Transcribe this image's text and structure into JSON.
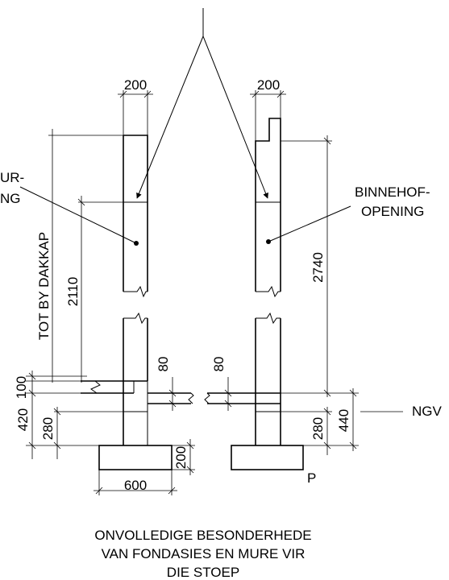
{
  "labels": {
    "left_opening_line1": "UR-",
    "left_opening_line2": "NG",
    "right_opening_line1": "BINNEHOF-",
    "right_opening_line2": "OPENING",
    "tot_by_dakkap": "TOT BY DAKKAP",
    "ngv": "NGV",
    "p": "P"
  },
  "dimensions": {
    "wall_left": "200",
    "wall_right": "200",
    "h_2110": "2110",
    "h_2740": "2740",
    "d_80_left": "80",
    "d_80_right": "80",
    "d_100": "100",
    "d_420": "420",
    "d_280_left": "280",
    "d_280_right": "280",
    "d_440": "440",
    "d_200_footing": "200",
    "d_600": "600"
  },
  "caption": {
    "line1": "ONVOLLEDIGE BESONDERHEDE",
    "line2": "VAN FONDASIES EN MURE VIR",
    "line3": "DIE STOEP"
  }
}
